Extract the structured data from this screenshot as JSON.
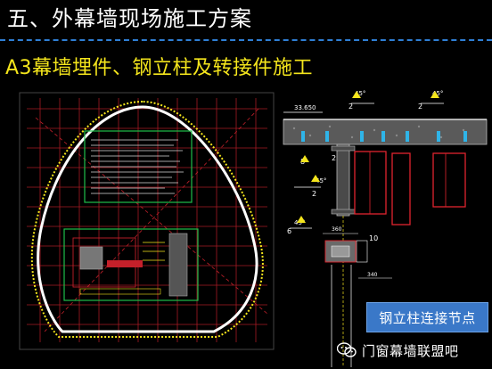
{
  "header": {
    "title": "五、外幕墙现场施工方案"
  },
  "subtitle": "A3幕墙埋件、钢立柱及转接件施工",
  "detail": {
    "elevation_label": "33.650",
    "angle_labels": [
      "45°",
      "45°",
      "45°",
      "45°"
    ],
    "weld_labels": [
      "2",
      "2",
      "2",
      "2",
      "6",
      "8"
    ],
    "dim_label": "10",
    "width_label": "360",
    "bottom_label": "340"
  },
  "caption": "钢立柱连接节点",
  "watermark": {
    "text": "门窗幕墙联盟吧",
    "icon": "wechat-icon"
  },
  "colors": {
    "header_rule": "#2f7fd6",
    "subtitle": "#f4e51c",
    "caption_bg": "#3a78c8",
    "grid": "#c4202a",
    "plan_outline": "#ffffff",
    "notes_box": "#1fbf4a"
  }
}
